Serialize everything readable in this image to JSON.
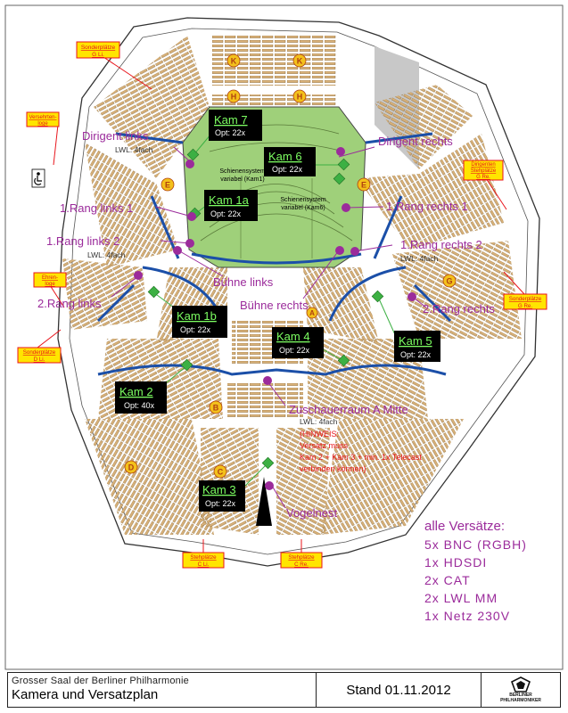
{
  "sonderplaetze": {
    "g_li": [
      "Sonderplätze",
      "G Li."
    ],
    "g_re": [
      "Sonderplätze",
      "G Re."
    ],
    "d_li": [
      "Sonderplätze",
      "D Li."
    ]
  },
  "stehplaetze": {
    "g_re": [
      "Dirigenten",
      "Stehplätze",
      "G Re."
    ],
    "c_li": [
      "Stehplätze",
      "C Li."
    ],
    "c_re": [
      "Stehplätze",
      "C Re."
    ]
  },
  "boxes": {
    "versehrten": [
      "Versehrten-",
      "loge"
    ],
    "ehren": [
      "Ehren-",
      "loge"
    ]
  },
  "block_letters": {
    "K": "K",
    "H": "H",
    "E": "E",
    "G": "G",
    "B": "B",
    "D": "D",
    "C": "C",
    "A": "A"
  },
  "cameras": [
    {
      "id": "kam7",
      "name": "Kam 7",
      "opt": "Opt: 22x"
    },
    {
      "id": "kam6",
      "name": "Kam 6",
      "opt": "Opt: 22x"
    },
    {
      "id": "kam1a",
      "name": "Kam 1a",
      "opt": "Opt: 22x"
    },
    {
      "id": "kam1b",
      "name": "Kam 1b",
      "opt": "Opt: 22x"
    },
    {
      "id": "kam4",
      "name": "Kam 4",
      "opt": "Opt: 22x"
    },
    {
      "id": "kam5",
      "name": "Kam 5",
      "opt": "Opt: 22x"
    },
    {
      "id": "kam2",
      "name": "Kam 2",
      "opt": "Opt: 40x"
    },
    {
      "id": "kam3",
      "name": "Kam 3",
      "opt": "Opt: 22x"
    }
  ],
  "positions": {
    "dirigent_links": "Dirigent links",
    "dirigent_links_lwl": "LWL: 4fach",
    "dirigent_rechts": "Dirigent rechts",
    "rang_links_1": "1.Rang links 1",
    "rang_links_2": "1.Rang links 2",
    "rang_links_2_lwl": "LWL: 4fach",
    "rang2_links": "2.Rang links",
    "rang_rechts_1": "1.Rang rechts 1",
    "rang_rechts_2": "1.Rang rechts 2",
    "rang_rechts_2_lwl": "LWL: 4fach",
    "rang2_rechts": "2.Rang rechts",
    "buehne_links": "Bühne links",
    "buehne_rechts": "Bühne rechts",
    "zuschauerraum": "Zuschauerraum A Mitte",
    "zuschauerraum_lwl": "LWL: 4fach",
    "hinweis": [
      "(HINWEIS:",
      "Versatz muss",
      "Kam 2 + Kam 3 + min. 1x Telecast",
      "verbinden können)"
    ],
    "vogelnest": "Vogelnest"
  },
  "schienen": {
    "kam1": [
      "Schienensystem",
      "variabel (Kam1)"
    ],
    "kam6": [
      "Schienensystem",
      "variabel (Kam6)"
    ]
  },
  "versaetze": {
    "title": "alle Versätze:",
    "items": [
      "5x BNC (RGBH)",
      "1x HDSDI",
      "2x CAT",
      "2x LWL MM",
      "1x Netz 230V"
    ]
  },
  "footer": {
    "subtitle": "Grosser Saal der Berliner Philharmonie",
    "title": "Kamera und Versatzplan",
    "stand": "Stand 01.11.2012",
    "logo": [
      "BERLINER",
      "PHILHARMONIKER"
    ]
  },
  "colors": {
    "magenta": "#9b2b9b",
    "blue": "#1b4fa8",
    "green_stage": "#9fd07a",
    "green_marker": "#3cb043",
    "seat": "#d9b27a",
    "badge": "#f3c11b",
    "label_red": "#e8141b",
    "label_yellow": "#ffe500"
  }
}
